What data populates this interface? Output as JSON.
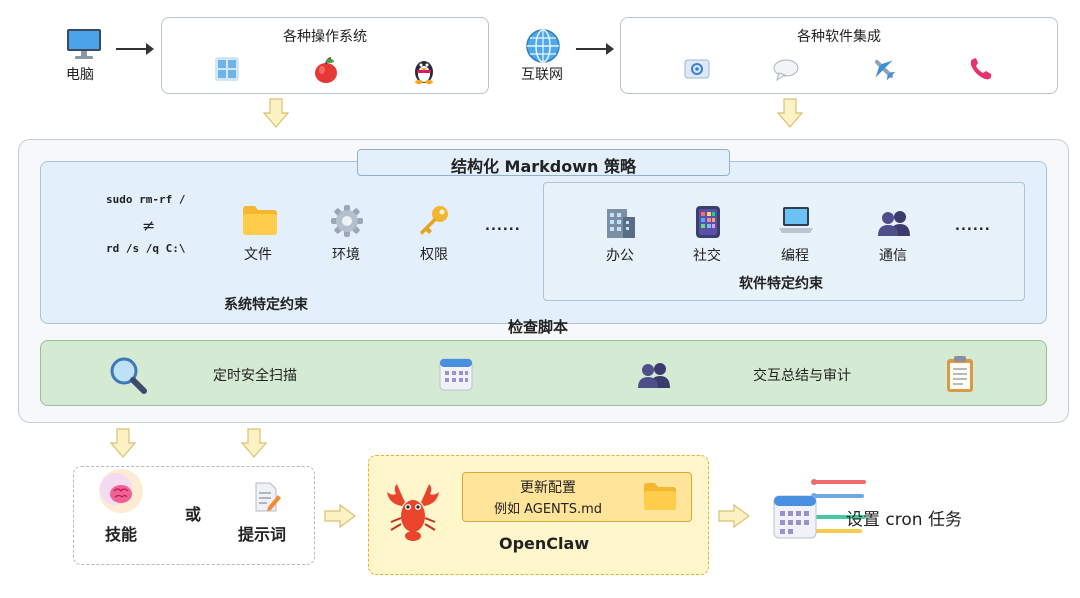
{
  "top": {
    "computer_label": "电脑",
    "os_box_title": "各种操作系统",
    "internet_label": "互联网",
    "software_box_title": "各种软件集成"
  },
  "strategy": {
    "title": "结构化 Markdown 策略",
    "system_panel": {
      "cmd1": "sudo rm-rf /",
      "neq": "≠",
      "cmd2": "rd /s /q C:\\",
      "items": [
        {
          "label": "文件",
          "icon": "folder-icon"
        },
        {
          "label": "环境",
          "icon": "gear-icon"
        },
        {
          "label": "权限",
          "icon": "key-icon"
        }
      ],
      "ellipsis": "......",
      "caption": "系统特定约束"
    },
    "software_panel": {
      "items": [
        {
          "label": "办公",
          "icon": "office-building-icon"
        },
        {
          "label": "社交",
          "icon": "phone-apps-icon"
        },
        {
          "label": "编程",
          "icon": "laptop-icon"
        },
        {
          "label": "通信",
          "icon": "people-icon"
        }
      ],
      "ellipsis": "......",
      "caption": "软件特定约束"
    },
    "check_title": "检查脚本",
    "check_bar": {
      "scan_label": "定时安全扫描",
      "audit_label": "交互总结与审计"
    }
  },
  "bottom": {
    "skill_label": "技能",
    "or_label": "或",
    "prompt_label": "提示词",
    "update_title": "更新配置",
    "update_example": "例如 AGENTS.md",
    "openclaw_label": "OpenClaw",
    "cron_label": "设置 cron 任务"
  },
  "colors": {
    "panel_blue": "#e3f0fb",
    "panel_green": "#d5ead2",
    "openclaw_yellow": "#fff6cc",
    "arrow_fill": "#fdf2c4"
  }
}
